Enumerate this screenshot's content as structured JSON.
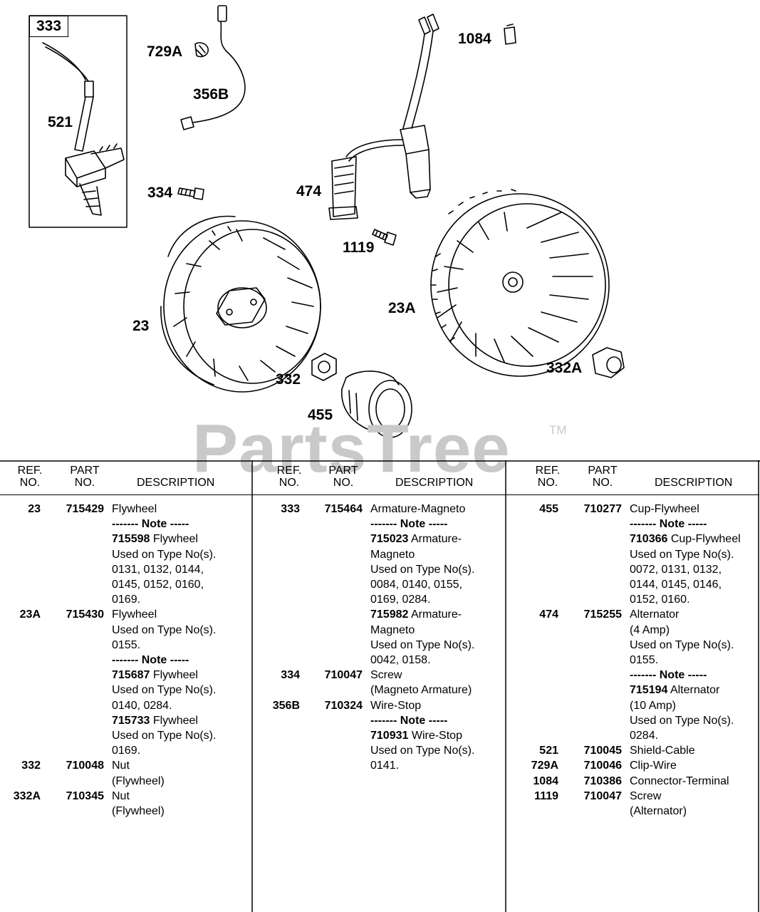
{
  "watermark": {
    "text": "PartsTree",
    "tm": "TM"
  },
  "callouts": {
    "c333": "333",
    "c521": "521",
    "c729A": "729A",
    "c356B": "356B",
    "c1084": "1084",
    "c334": "334",
    "c474": "474",
    "c1119": "1119",
    "c23A": "23A",
    "c23": "23",
    "c332": "332",
    "c332A": "332A",
    "c455": "455"
  },
  "table": {
    "headers": {
      "ref": [
        "REF.",
        "NO."
      ],
      "part": [
        "PART",
        "NO."
      ],
      "desc": "DESCRIPTION"
    },
    "columns": [
      {
        "rows": [
          {
            "ref": "23",
            "part": "715429",
            "lines": [
              {
                "t": "Flywheel"
              },
              {
                "t": "------- Note -----",
                "bold": true
              },
              {
                "bp": "715598",
                "t": " Flywheel"
              },
              {
                "t": "Used on Type No(s)."
              },
              {
                "t": "0131, 0132, 0144,"
              },
              {
                "t": "0145, 0152, 0160,"
              },
              {
                "t": "0169."
              }
            ]
          },
          {
            "ref": "23A",
            "part": "715430",
            "lines": [
              {
                "t": "Flywheel"
              },
              {
                "t": "Used on Type No(s)."
              },
              {
                "t": "0155."
              },
              {
                "t": "------- Note -----",
                "bold": true
              },
              {
                "bp": "715687",
                "t": " Flywheel"
              },
              {
                "t": "Used on Type No(s)."
              },
              {
                "t": "0140, 0284."
              },
              {
                "bp": "715733",
                "t": " Flywheel"
              },
              {
                "t": "Used on Type No(s)."
              },
              {
                "t": "0169."
              }
            ]
          },
          {
            "ref": "332",
            "part": "710048",
            "lines": [
              {
                "t": "Nut"
              },
              {
                "t": "(Flywheel)"
              }
            ]
          },
          {
            "ref": "332A",
            "part": "710345",
            "lines": [
              {
                "t": "Nut"
              },
              {
                "t": "(Flywheel)"
              }
            ]
          }
        ]
      },
      {
        "rows": [
          {
            "ref": "333",
            "part": "715464",
            "lines": [
              {
                "t": "Armature-Magneto"
              },
              {
                "t": "------- Note -----",
                "bold": true
              },
              {
                "bp": "715023",
                "t": " Armature-"
              },
              {
                "t": "Magneto"
              },
              {
                "t": "Used on Type No(s)."
              },
              {
                "t": "0084, 0140, 0155,"
              },
              {
                "t": "0169, 0284."
              },
              {
                "bp": "715982",
                "t": " Armature-"
              },
              {
                "t": "Magneto"
              },
              {
                "t": "Used on Type No(s)."
              },
              {
                "t": "0042, 0158."
              }
            ]
          },
          {
            "ref": "334",
            "part": "710047",
            "lines": [
              {
                "t": "Screw"
              },
              {
                "t": "(Magneto Armature)"
              }
            ]
          },
          {
            "ref": "356B",
            "part": "710324",
            "lines": [
              {
                "t": "Wire-Stop"
              },
              {
                "t": "------- Note -----",
                "bold": true
              },
              {
                "bp": "710931",
                "t": " Wire-Stop"
              },
              {
                "t": "Used on Type No(s)."
              },
              {
                "t": "0141."
              }
            ]
          }
        ]
      },
      {
        "rows": [
          {
            "ref": "455",
            "part": "710277",
            "lines": [
              {
                "t": "Cup-Flywheel"
              },
              {
                "t": "------- Note -----",
                "bold": true
              },
              {
                "bp": "710366",
                "t": " Cup-Flywheel"
              },
              {
                "t": "Used on Type No(s)."
              },
              {
                "t": "0072, 0131, 0132,"
              },
              {
                "t": "0144, 0145, 0146,"
              },
              {
                "t": "0152, 0160."
              }
            ]
          },
          {
            "ref": "474",
            "part": "715255",
            "lines": [
              {
                "t": "Alternator"
              },
              {
                "t": "(4 Amp)"
              },
              {
                "t": "Used on Type No(s)."
              },
              {
                "t": "0155."
              },
              {
                "t": "------- Note -----",
                "bold": true
              },
              {
                "bp": "715194",
                "t": " Alternator"
              },
              {
                "t": "(10 Amp)"
              },
              {
                "t": "Used on Type No(s)."
              },
              {
                "t": "0284."
              }
            ]
          },
          {
            "ref": "521",
            "part": "710045",
            "lines": [
              {
                "t": "Shield-Cable"
              }
            ]
          },
          {
            "ref": "729A",
            "part": "710046",
            "lines": [
              {
                "t": "Clip-Wire"
              }
            ]
          },
          {
            "ref": "1084",
            "part": "710386",
            "lines": [
              {
                "t": "Connector-Terminal"
              }
            ]
          },
          {
            "ref": "1119",
            "part": "710047",
            "lines": [
              {
                "t": "Screw"
              },
              {
                "t": "(Alternator)"
              }
            ]
          }
        ]
      }
    ]
  }
}
